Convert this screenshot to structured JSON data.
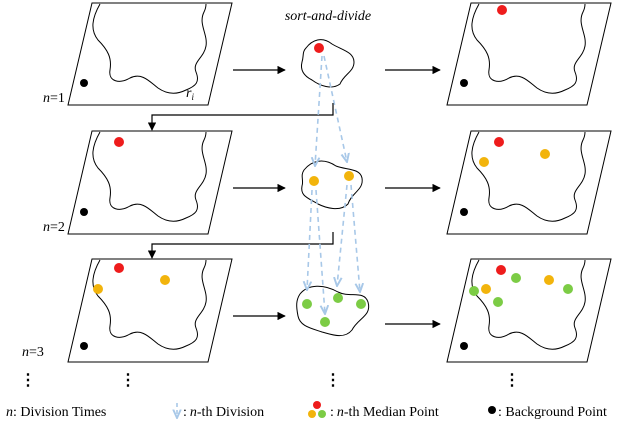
{
  "title": "sort-and-divide",
  "region_label": "r",
  "region_label_sub": "i",
  "rows": [
    {
      "label": "n=1",
      "label_var": "n",
      "label_rest": "=1"
    },
    {
      "label": "n=2",
      "label_var": "n",
      "label_rest": "=2"
    },
    {
      "label": "n=3",
      "label_var": "n",
      "label_rest": "=3"
    }
  ],
  "ellipsis": "⋮",
  "legend": {
    "division_times": {
      "var": "n",
      "text": ": Division Times"
    },
    "nth_division": {
      "var": "n",
      "text": "-th Division",
      "prefix": ":"
    },
    "median_point": {
      "var": "n",
      "text": "-th Median Point",
      "prefix": ":"
    },
    "background_point": {
      "text": ": Background Point"
    }
  },
  "colors": {
    "red": "#ee1c1c",
    "orange": "#f2b40c",
    "green": "#7ccc45",
    "black": "#000000",
    "arrow_dashed": "#a8c8e8",
    "line": "#000000"
  }
}
